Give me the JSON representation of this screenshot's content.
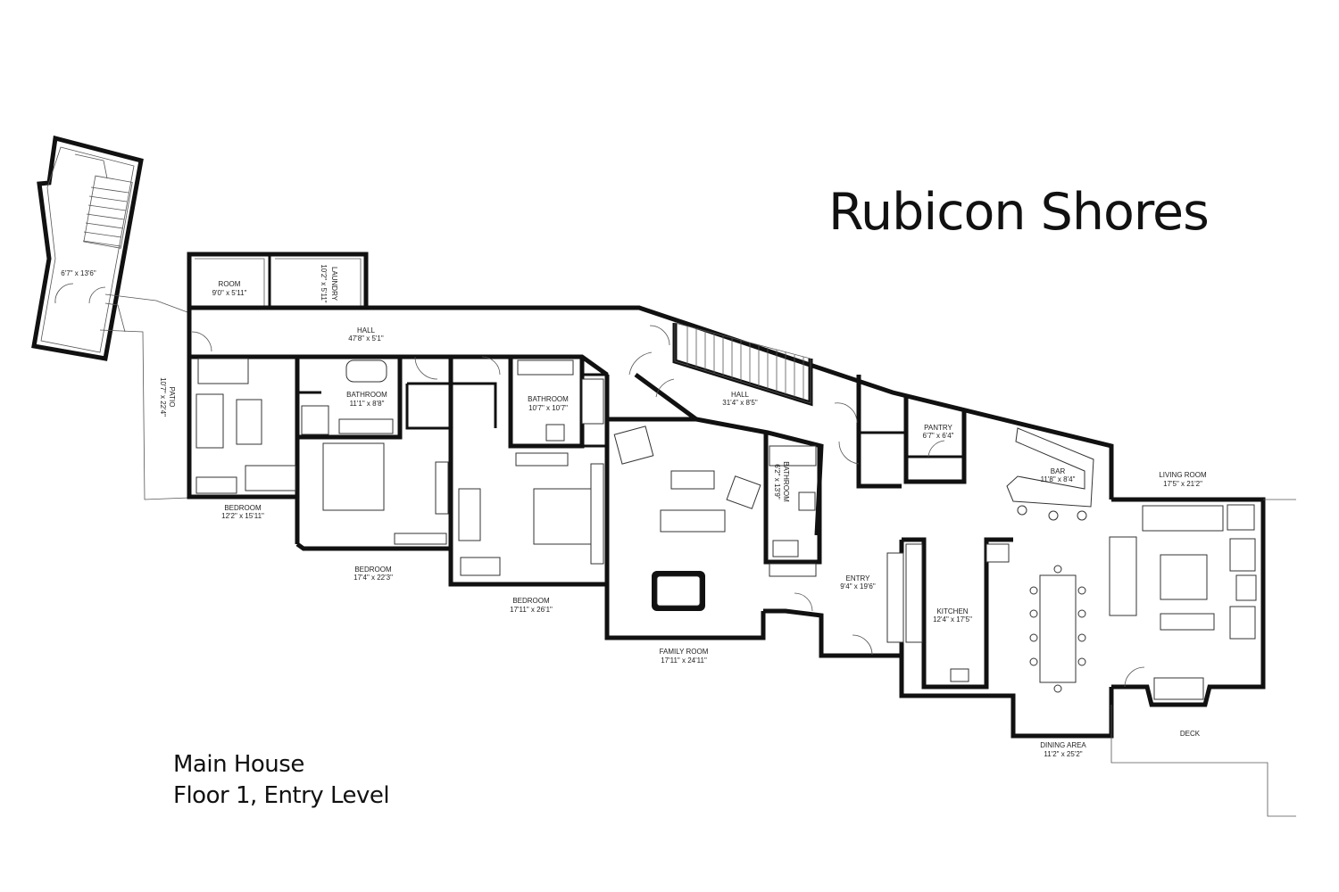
{
  "title": "Rubicon Shores",
  "caption": {
    "line1": "Main House",
    "line2": "Floor 1, Entry Level"
  },
  "rooms": [
    {
      "name": "",
      "size": "6'7\" x 13'6\""
    },
    {
      "name": "ROOM",
      "size": "9'0\" x 5'11\""
    },
    {
      "name": "LAUNDRY",
      "size": "10'2\" x 5'11\""
    },
    {
      "name": "HALL",
      "size": "47'8\" x 5'1\""
    },
    {
      "name": "PATIO",
      "size": "10'7\" x 22'4\""
    },
    {
      "name": "BATHROOM",
      "size": "11'1\" x 8'8\""
    },
    {
      "name": "BATHROOM",
      "size": "10'7\" x 10'7\""
    },
    {
      "name": "HALL",
      "size": "31'4\" x 8'5\""
    },
    {
      "name": "PANTRY",
      "size": "6'7\" x 6'4\""
    },
    {
      "name": "BAR",
      "size": "11'8\" x 8'4\""
    },
    {
      "name": "LIVING ROOM",
      "size": "17'5\" x 21'2\""
    },
    {
      "name": "BEDROOM",
      "size": "12'2\" x 15'11\""
    },
    {
      "name": "BEDROOM",
      "size": "17'4\" x 22'3\""
    },
    {
      "name": "BEDROOM",
      "size": "17'11\" x 26'1\""
    },
    {
      "name": "BATHROOM",
      "size": "6'2\" x 13'9\""
    },
    {
      "name": "ENTRY",
      "size": "9'4\" x 19'6\""
    },
    {
      "name": "KITCHEN",
      "size": "12'4\" x 17'5\""
    },
    {
      "name": "FAMILY ROOM",
      "size": "17'11\" x 24'11\""
    },
    {
      "name": "DINING AREA",
      "size": "11'2\" x 25'2\""
    },
    {
      "name": "DECK",
      "size": ""
    }
  ]
}
